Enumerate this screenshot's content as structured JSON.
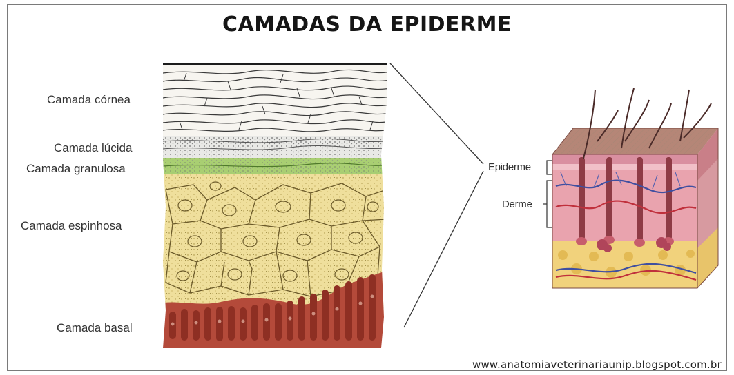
{
  "title": "CAMADAS DA EPIDERME",
  "layers": {
    "cornea": "Camada córnea",
    "lucida": "Camada lúcida",
    "granulosa": "Camada granulosa",
    "espinhosa": "Camada espinhosa",
    "basal": "Camada basal"
  },
  "skin_block": {
    "epiderme": "Epiderme",
    "derme": "Derme"
  },
  "watermark": "www.anatomiaveterinariaunip.blogspot.com.br",
  "colors": {
    "cornea": "#f7f5f0",
    "lucida": "#e9e9e6",
    "granulosa": "#a9cf72",
    "espinhosa": "#efdf9c",
    "basal": "#b44a3a",
    "skin_top": "#b58677",
    "skin_pink": "#e9a3ae",
    "skin_fat": "#f1d27c"
  }
}
